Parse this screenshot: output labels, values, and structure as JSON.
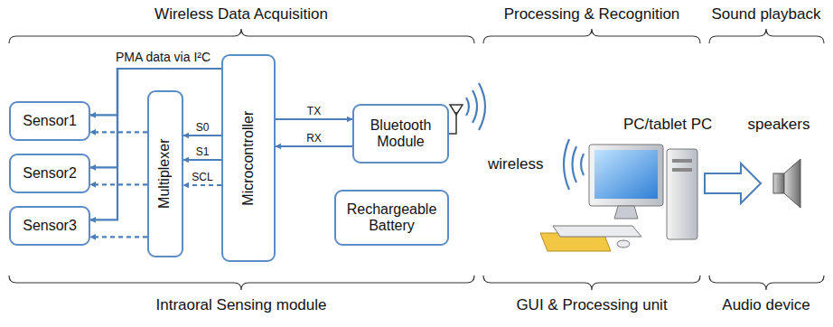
{
  "diagram": {
    "nodes": [
      {
        "text": [
          "Sensor1"
        ]
      },
      {
        "text": [
          "Sensor2"
        ]
      },
      {
        "text": [
          "Sensor3"
        ]
      },
      {
        "text": [
          "Multiplexer"
        ]
      },
      {
        "text": [
          "Microcontroller"
        ]
      },
      {
        "text": [
          "Bluetooth Module"
        ]
      },
      {
        "text": [
          "Rechargeable Battery"
        ]
      }
    ],
    "edges": [
      {
        "from": 4,
        "to": 0,
        "arrow": "to"
      },
      {
        "from": 4,
        "to": 1,
        "arrow": "to"
      },
      {
        "from": 4,
        "to": 2,
        "arrow": "to"
      },
      {
        "from": 3,
        "to": 0,
        "arrow": "to"
      },
      {
        "from": 3,
        "to": 1,
        "arrow": "to"
      },
      {
        "from": 3,
        "to": 2,
        "arrow": "to"
      },
      {
        "from": 4,
        "to": 3,
        "label": "S0",
        "arrow": "to"
      },
      {
        "from": 4,
        "to": 3,
        "label": "S1",
        "arrow": "to"
      },
      {
        "from": 4,
        "to": 3,
        "label": "SCL",
        "arrow": "to"
      },
      {
        "from": 4,
        "to": 5,
        "label": "TX",
        "arrow": "to"
      },
      {
        "from": 5,
        "to": 4,
        "label": "RX",
        "arrow": "to"
      }
    ],
    "labels": [
      "Wireless Data Acquisition",
      "Processing & Recognition",
      "Sound playback",
      "PMA data via I²C",
      "wireless",
      "PC/tablet PC",
      "speakers",
      "Intraoral Sensing module",
      "GUI & Processing unit",
      "Audio device"
    ]
  }
}
